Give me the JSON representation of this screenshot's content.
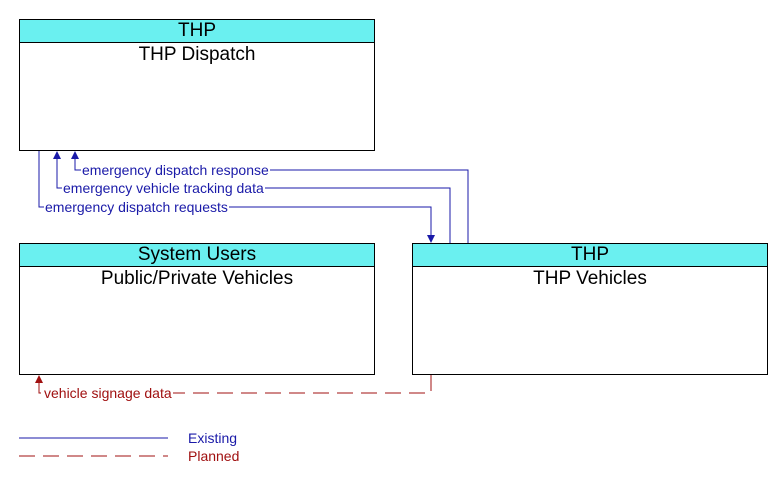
{
  "boxes": {
    "thp_dispatch": {
      "header": "THP",
      "title": "THP Dispatch"
    },
    "public_private": {
      "header": "System Users",
      "title": "Public/Private Vehicles"
    },
    "thp_vehicles": {
      "header": "THP",
      "title": "THP Vehicles"
    }
  },
  "flows": {
    "emergency_dispatch_response": "emergency dispatch response",
    "emergency_vehicle_tracking": "emergency vehicle tracking data",
    "emergency_dispatch_requests": "emergency dispatch requests",
    "vehicle_signage": "vehicle signage data"
  },
  "legend": {
    "existing": "Existing",
    "planned": "Planned"
  },
  "colors": {
    "header": "#6af0f0",
    "existing": "#1a1aa8",
    "planned": "#a01010"
  }
}
